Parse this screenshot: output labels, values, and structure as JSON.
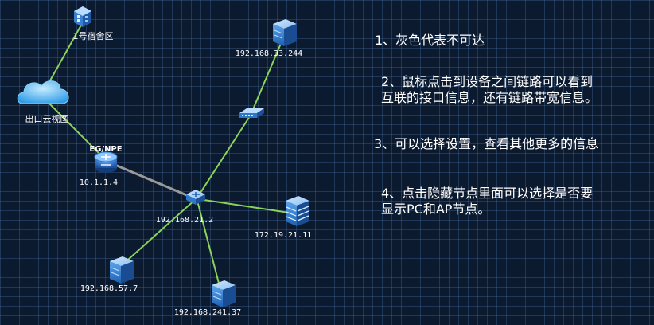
{
  "colors": {
    "background": "#0c1a30",
    "link_active": "#8bd35a",
    "link_unreachable": "#9a9a9a",
    "device_blue": "#2f78c8"
  },
  "nodes": {
    "dorm": {
      "label": "1号宿舍区",
      "icon": "building-icon"
    },
    "cloud": {
      "label": "出口云视图",
      "icon": "cloud-icon"
    },
    "egress": {
      "label": "10.1.1.4",
      "badge": "EG/NPE",
      "icon": "router-icon"
    },
    "core": {
      "label": "192.168.21.2",
      "icon": "core-switch-icon"
    },
    "server_33": {
      "label": "192.168.33.244",
      "icon": "server-icon"
    },
    "access_switch": {
      "label": "",
      "icon": "access-switch-icon"
    },
    "server_172": {
      "label": "172.19.21.11",
      "icon": "server-stack-icon"
    },
    "server_57": {
      "label": "192.168.57.7",
      "icon": "server-icon"
    },
    "server_241": {
      "label": "192.168.241.37",
      "icon": "server-icon"
    }
  },
  "notes": [
    {
      "lines": [
        "1、灰色代表不可达"
      ]
    },
    {
      "lines": [
        "2、鼠标点击到设备之间链路可以看到",
        "互联的接口信息，还有链路带宽信息。"
      ]
    },
    {
      "lines": [
        "3、可以选择设置，查看其他更多的信息"
      ]
    },
    {
      "lines": [
        "4、点击隐藏节点里面可以选择是否要",
        "显示PC和AP节点。"
      ]
    }
  ]
}
